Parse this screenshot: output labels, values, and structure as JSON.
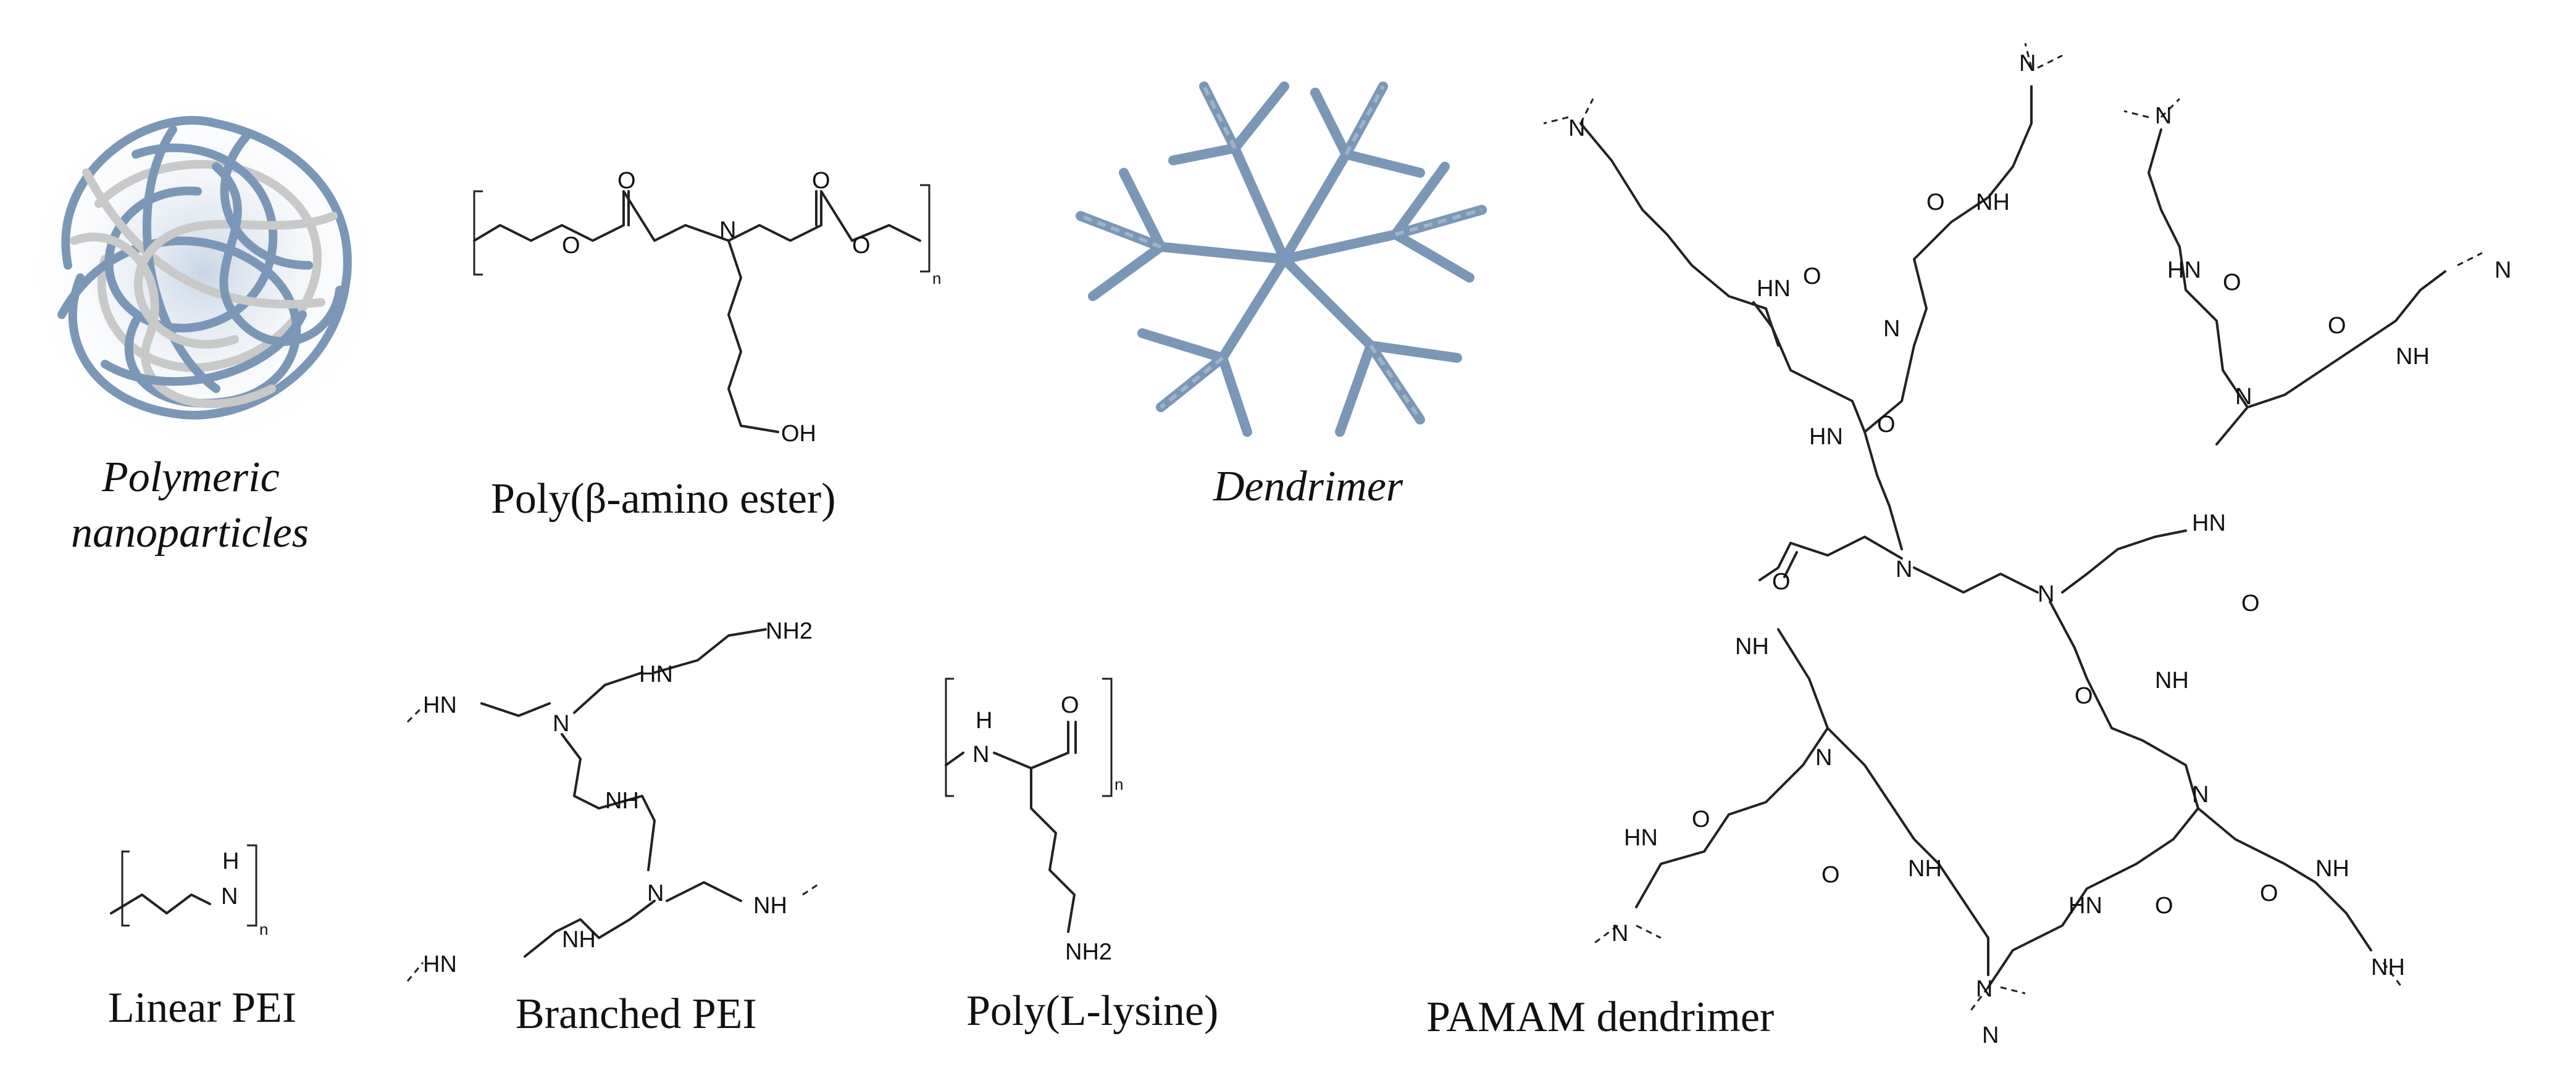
{
  "panels": {
    "polymeric_nanoparticles": {
      "caption_line1": "Polymeric",
      "caption_line2": "nanoparticles"
    },
    "pbae": {
      "caption": "Poly(β-amino ester)",
      "labels": {
        "O1": "O",
        "O2": "O",
        "N": "N",
        "OH": "OH",
        "O3": "O",
        "O4": "O",
        "n": "n"
      }
    },
    "dendrimer": {
      "caption": "Dendrimer"
    },
    "linear_pei": {
      "caption": "Linear PEI",
      "labels": {
        "H": "H",
        "N": "N",
        "n": "n"
      }
    },
    "branched_pei": {
      "caption": "Branched PEI",
      "labels": {
        "HN_top_left": "HN",
        "HN_mid": "HN",
        "NH2": "NH2",
        "N1": "N",
        "NH_center": "NH",
        "N2": "N",
        "NH_right": "NH",
        "NH_bottom": "NH",
        "HN_bottom_left": "HN"
      }
    },
    "poly_lysine": {
      "caption": "Poly(L-lysine)",
      "labels": {
        "H": "H",
        "N": "N",
        "O": "O",
        "NH2": "NH2",
        "n": "n"
      }
    },
    "pamam": {
      "caption": "PAMAM dendrimer",
      "labels": {
        "N": "N",
        "HN": "HN",
        "NH": "NH",
        "O": "O"
      }
    }
  },
  "colors": {
    "polymer_blue": "#7b97b7",
    "polymer_grey": "#c9c9c9",
    "bond": "#222222"
  }
}
